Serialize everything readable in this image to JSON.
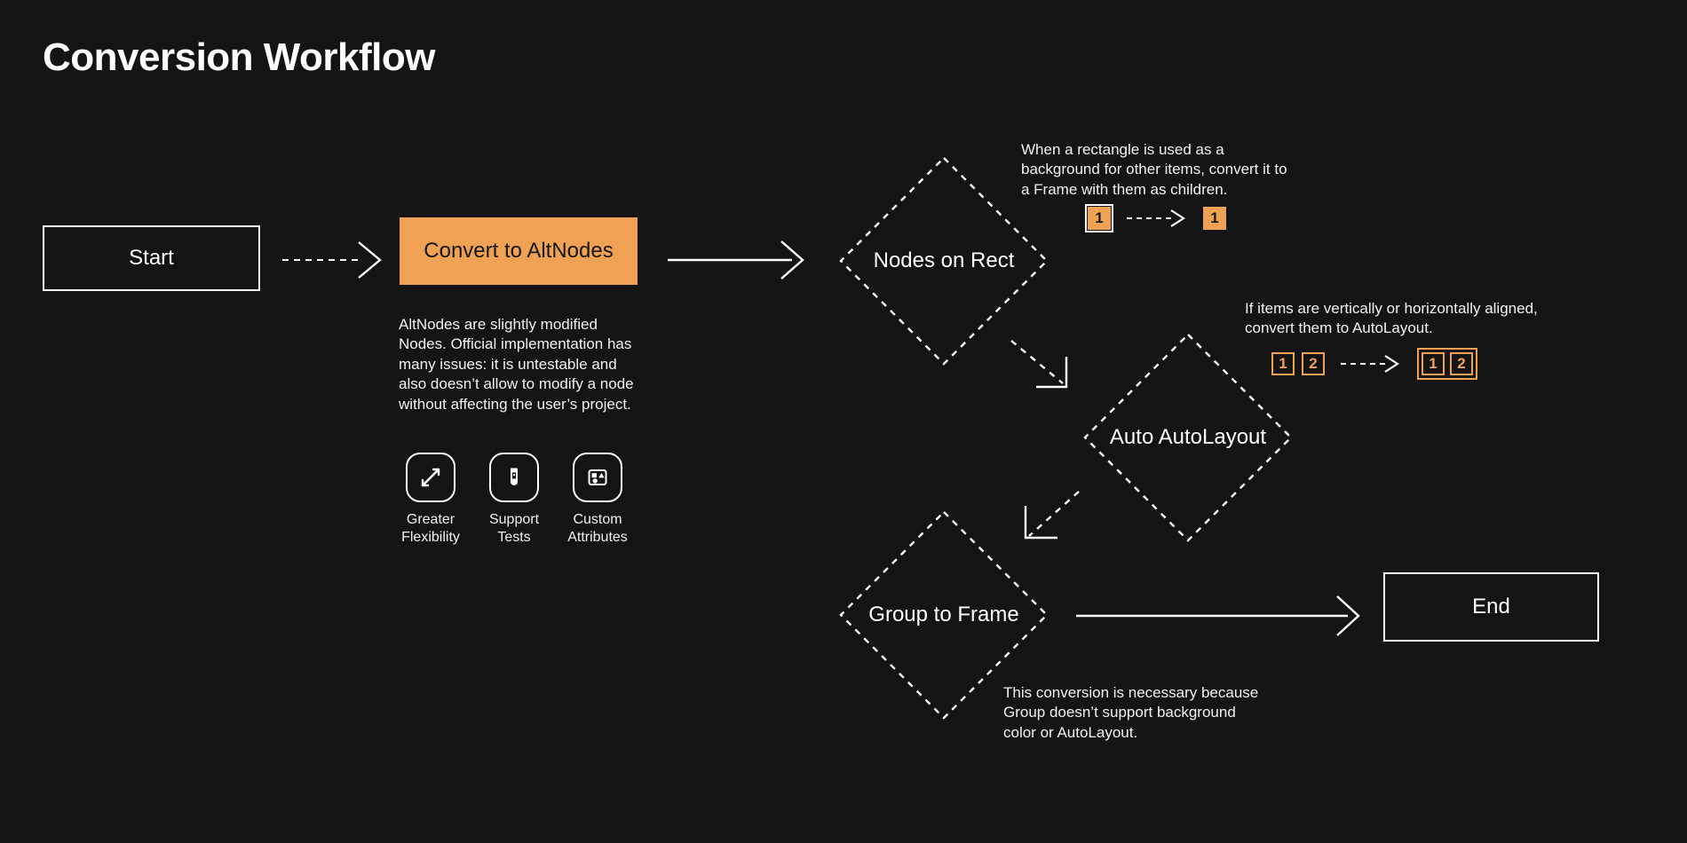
{
  "page": {
    "title": "Conversion Workflow",
    "background_color": "#141414",
    "accent_color": "#F0A254",
    "text_color": "#FFFFFF"
  },
  "nodes": {
    "start": {
      "label": "Start"
    },
    "convert": {
      "label": "Convert to AltNodes"
    },
    "nodes_on_rect": {
      "label": "Nodes on Rect"
    },
    "auto_autolayout": {
      "label": "Auto AutoLayout"
    },
    "group_to_frame": {
      "label": "Group to Frame"
    },
    "end": {
      "label": "End"
    }
  },
  "notes": {
    "altnodes_description": "AltNodes are slightly modified Nodes. Official implementation has many issues: it is untestable and also doesn’t allow to modify a node without affecting the user’s project.",
    "nodes_on_rect": "When a rectangle is used as a background for other items, convert it to a Frame with them as children.",
    "auto_autolayout": "If items are vertically or horizontally aligned, convert them to AutoLayout.",
    "group_to_frame": "This conversion is necessary because Group doesn’t support background color or AutoLayout."
  },
  "features": [
    {
      "icon": "expand-arrows-icon",
      "label": "Greater Flexibility"
    },
    {
      "icon": "test-tube-icon",
      "label": "Support Tests"
    },
    {
      "icon": "shapes-icon",
      "label": "Custom Attributes"
    }
  ],
  "badges": {
    "nodes_on_rect": {
      "before": [
        {
          "value": "1",
          "style": "filled-ring"
        }
      ],
      "after": [
        {
          "value": "1",
          "style": "filled"
        }
      ]
    },
    "auto_autolayout": {
      "before": [
        {
          "value": "1",
          "style": "outlined"
        },
        {
          "value": "2",
          "style": "outlined"
        }
      ],
      "after": [
        {
          "value": "1",
          "style": "outlined"
        },
        {
          "value": "2",
          "style": "outlined"
        }
      ]
    }
  },
  "connectors": [
    {
      "from": "start",
      "to": "convert",
      "style": "dashed"
    },
    {
      "from": "convert",
      "to": "nodes_on_rect",
      "style": "solid"
    },
    {
      "from": "nodes_on_rect",
      "to": "auto_autolayout",
      "style": "dashed"
    },
    {
      "from": "auto_autolayout",
      "to": "group_to_frame",
      "style": "dashed"
    },
    {
      "from": "group_to_frame",
      "to": "end",
      "style": "solid"
    }
  ]
}
